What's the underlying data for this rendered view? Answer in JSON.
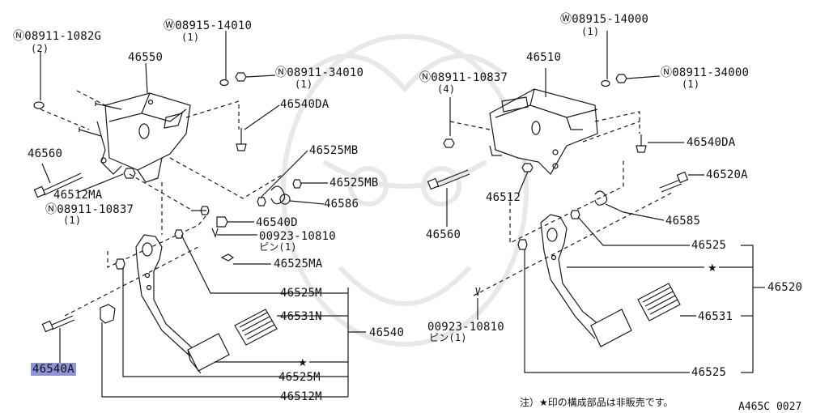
{
  "labels": {
    "p08911_1082G": "Ⓝ08911-1082G",
    "q_08911_1082G": "(2)",
    "p08915_14010": "Ⓦ08915-14010",
    "q_08915_14010": "(1)",
    "p46550": "46550",
    "p08911_34010": "Ⓝ08911-34010",
    "q_08911_34010": "(1)",
    "p46540DA_left": "46540DA",
    "p46560_left": "46560",
    "p46525MB_a": "46525MB",
    "p46512MA": "46512MA",
    "p46525MB_b": "46525MB",
    "p46586": "46586",
    "p08911_10837_left": "Ⓝ08911-10837",
    "q_08911_10837_left": "(1)",
    "p46540D": "46540D",
    "p00923_10810_left": "00923-10810",
    "pin_left": "ピン(1)",
    "p46525MA": "46525MA",
    "p46525M_a": "46525M",
    "p46531N": "46531N",
    "p46540": "46540",
    "p46540A": "46540A",
    "p46525M_b": "46525M",
    "p46512M": "46512M",
    "p08915_14000": "Ⓦ08915-14000",
    "q_08915_14000": "(1)",
    "p46510": "46510",
    "p08911_34000": "Ⓝ08911-34000",
    "q_08911_34000": "(1)",
    "p08911_10837_right": "Ⓝ08911-10837",
    "q_08911_10837_right": "(4)",
    "p46540DA_right": "46540DA",
    "p46520A": "46520A",
    "p46512": "46512",
    "p46560_right": "46560",
    "p46585": "46585",
    "p46525_a": "46525",
    "p46520": "46520",
    "p00923_10810_right": "00923-10810",
    "pin_right": "ピン(1)",
    "p46531": "46531",
    "p46525_b": "46525"
  },
  "footnote": "注）★印の構成部品は非販売です。",
  "drawing_code": "A465C 0027",
  "colors": {
    "line": "#1a1a1a",
    "highlight": "#8f93d8",
    "watermark": "#e6e6e6"
  }
}
